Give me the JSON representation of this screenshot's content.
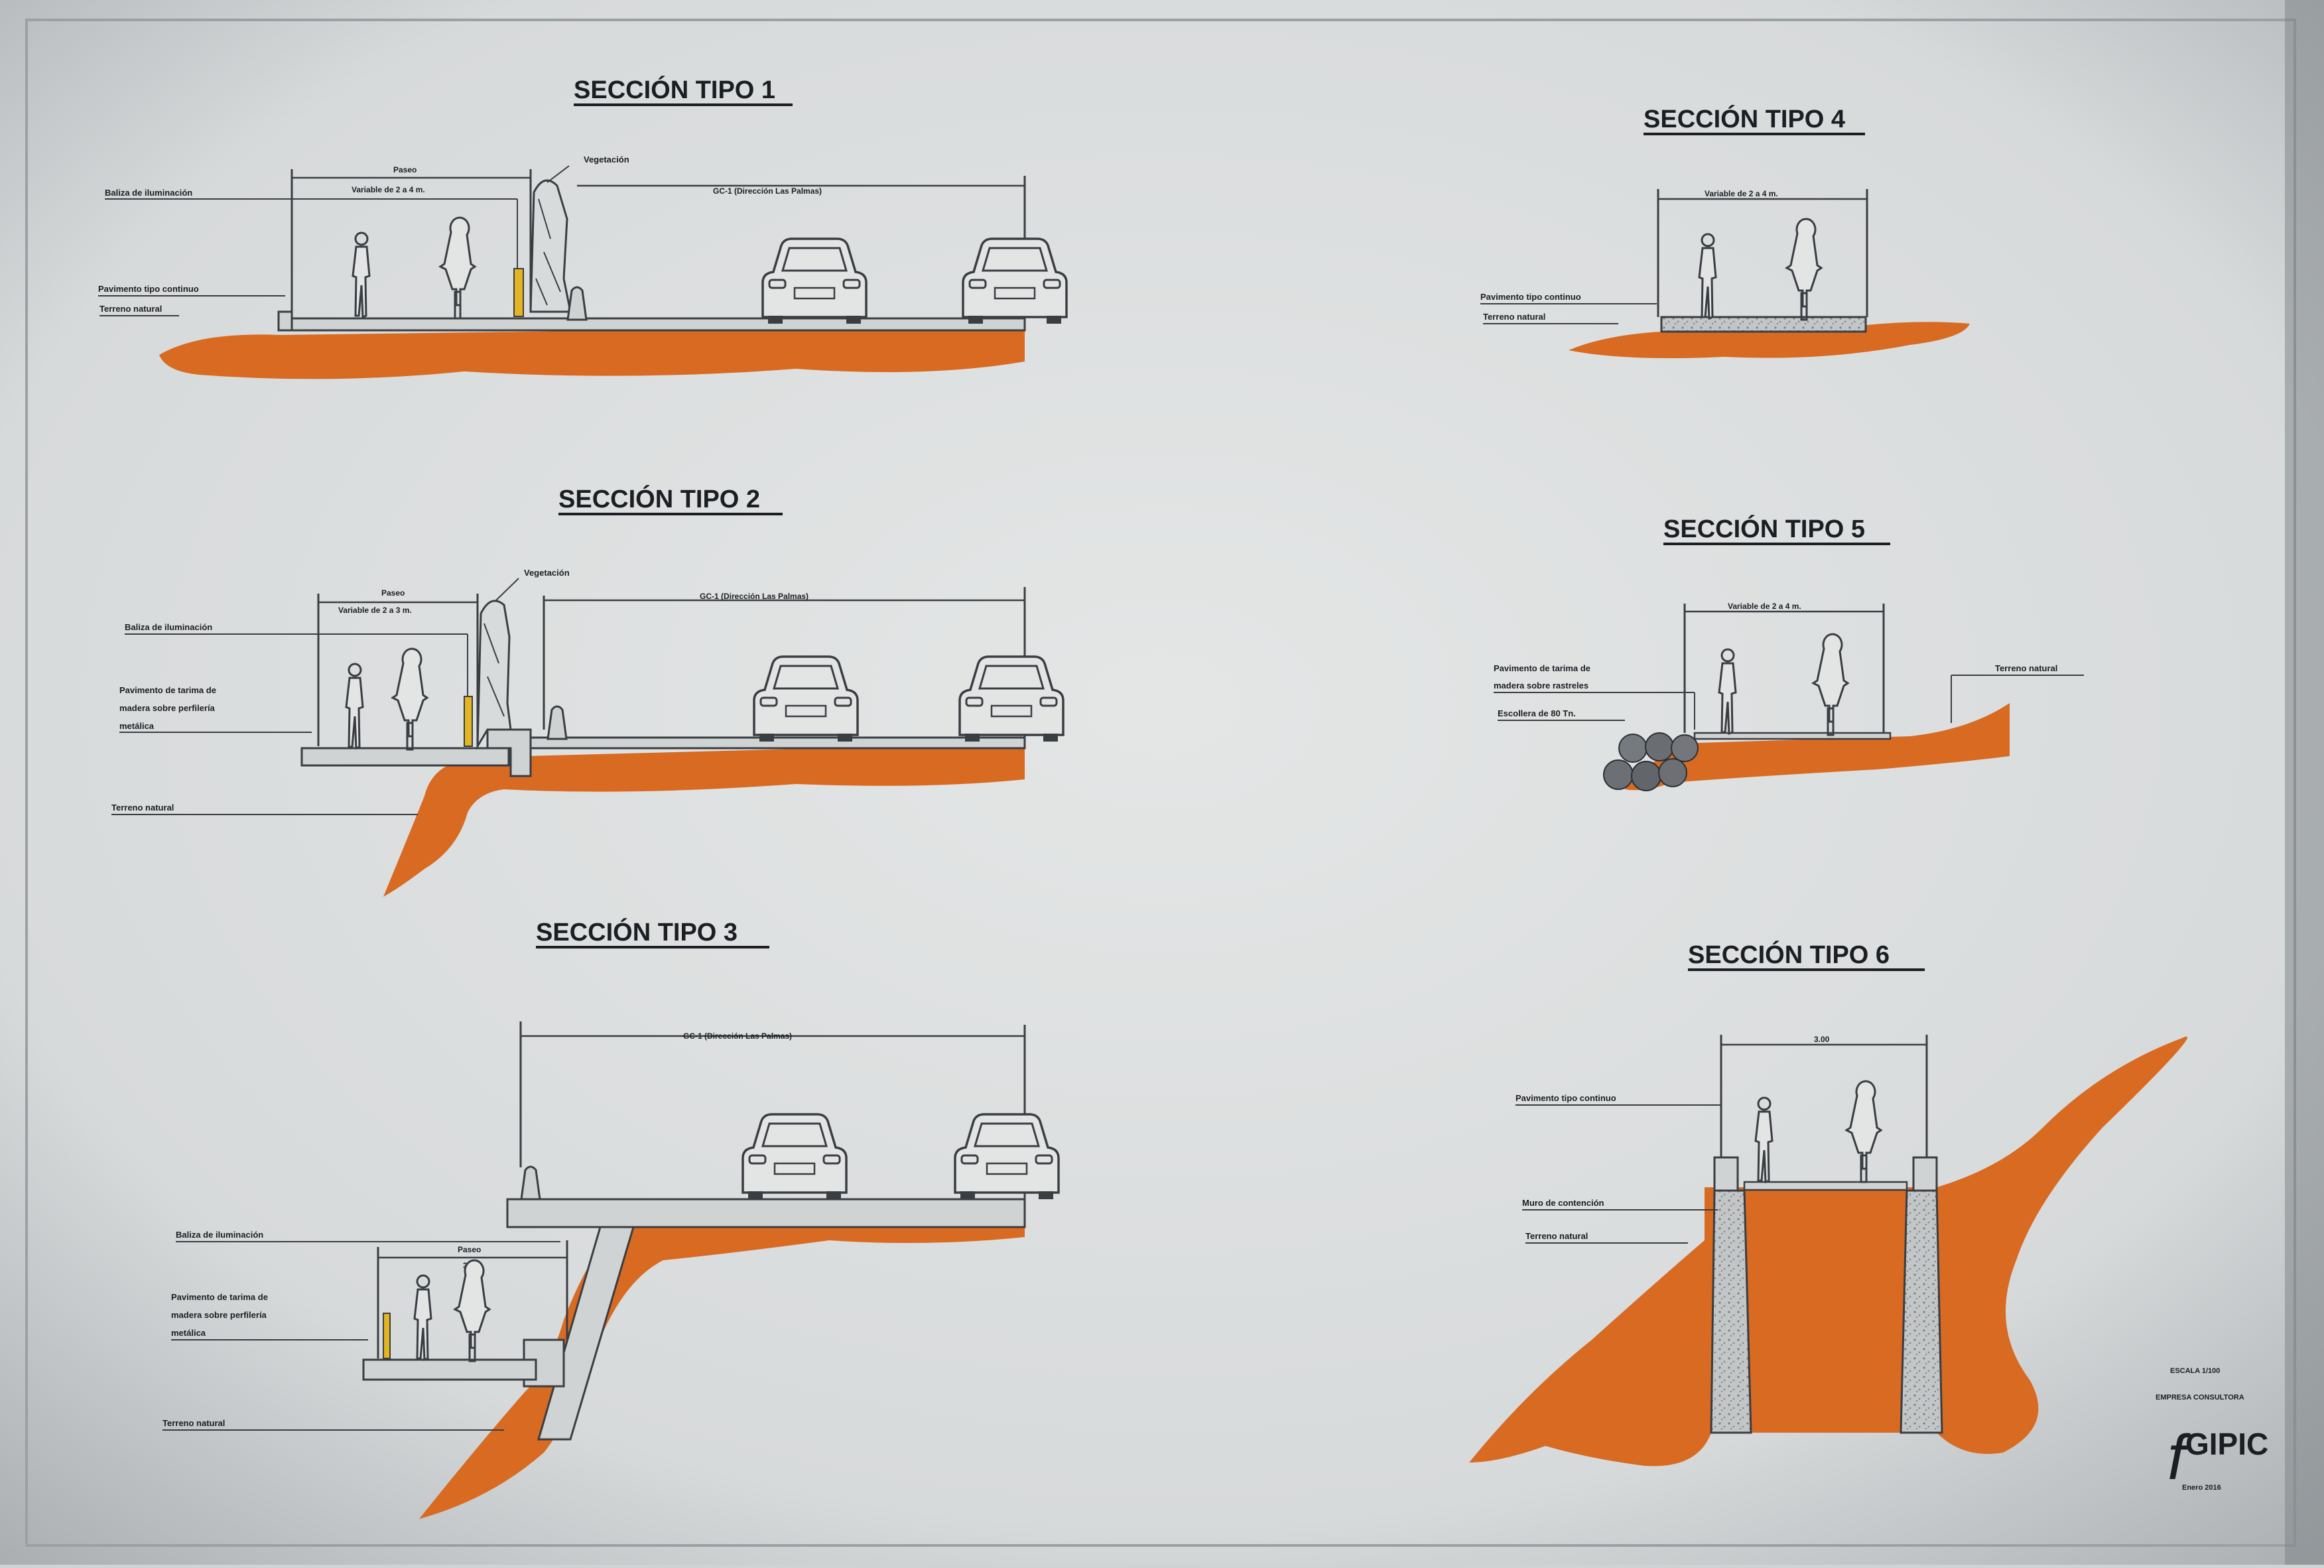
{
  "sections": {
    "s1": {
      "title": "SECCIÓN TIPO 1",
      "paseo": "Paseo",
      "width": "Variable de 2 a 4 m.",
      "road": "GC-1 (Dirección Las Palmas)",
      "vegetation": "Vegetación",
      "lamp": "Baliza de iluminación",
      "pavement": "Pavimento tipo continuo",
      "ground": "Terreno natural"
    },
    "s2": {
      "title": "SECCIÓN TIPO 2",
      "paseo": "Paseo",
      "width": "Variable de 2 a 3 m.",
      "road": "GC-1 (Dirección Las Palmas)",
      "vegetation": "Vegetación",
      "lamp": "Baliza de iluminación",
      "pavement_l1": "Pavimento de tarima de",
      "pavement_l2": "madera sobre perfilería",
      "pavement_l3": "metálica",
      "ground": "Terreno natural"
    },
    "s3": {
      "title": "SECCIÓN TIPO 3",
      "road": "GC-1 (Dirección Las Palmas)",
      "paseo": "Paseo",
      "width": "3.00",
      "lamp": "Baliza de iluminación",
      "pavement_l1": "Pavimento de tarima de",
      "pavement_l2": "madera sobre perfilería",
      "pavement_l3": "metálica",
      "ground": "Terreno natural"
    },
    "s4": {
      "title": "SECCIÓN TIPO 4",
      "width": "Variable de 2 a 4 m.",
      "pavement": "Pavimento tipo continuo",
      "ground": "Terreno natural"
    },
    "s5": {
      "title": "SECCIÓN TIPO 5",
      "width": "Variable de 2 a 4 m.",
      "pavement_l1": "Pavimento de tarima de",
      "pavement_l2": "madera sobre rastreles",
      "riprap": "Escollera de 80 Tn.",
      "ground": "Terreno natural"
    },
    "s6": {
      "title": "SECCIÓN TIPO 6",
      "width": "3.00",
      "pavement": "Pavimento tipo continuo",
      "wall": "Muro de contención",
      "ground": "Terreno natural"
    }
  },
  "cartouche": {
    "scale": "ESCALA 1/100",
    "company": "EMPRESA CONSULTORA",
    "logo": "GIPIC",
    "date": "Enero 2016"
  },
  "colors": {
    "paper": "#dcdfdf",
    "ground": "#d86a22",
    "line": "#3a3d42",
    "concrete": "#c9cccc"
  }
}
